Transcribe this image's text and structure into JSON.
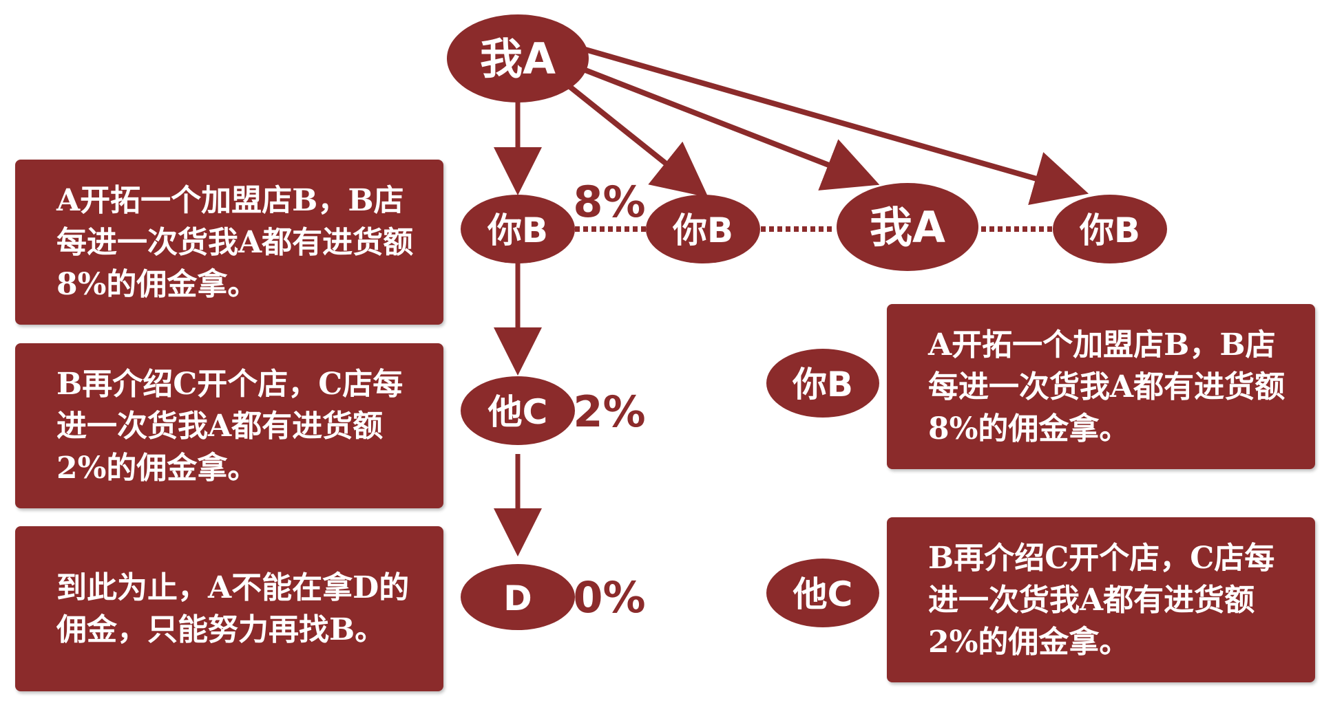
{
  "colors": {
    "primary": "#8b2b2b",
    "background": "#ffffff",
    "text_on_primary": "#ffffff"
  },
  "nodes": {
    "top_a": "我A",
    "b1": "你B",
    "b2": "你B",
    "a2": "我A",
    "b3": "你B",
    "c": "他C",
    "d": "D",
    "right_b": "你B",
    "right_c": "他C"
  },
  "percents": {
    "b_link": "8%",
    "c_level": "2%",
    "d_level": "0%"
  },
  "boxes": {
    "left_top": "A开拓一个加盟店B，B店每进一次货我A都有进货额8%的佣金拿。",
    "left_mid": "B再介绍C开个店，C店每进一次货我A都有进货额2%的佣金拿。",
    "left_bottom": "到此为止，A不能在拿D的佣金，只能努力再找B。",
    "right_top": "A开拓一个加盟店B，B店每进一次货我A都有进货额8%的佣金拿。",
    "right_bottom": "B再介绍C开个店，C店每进一次货我A都有进货额2%的佣金拿。"
  }
}
